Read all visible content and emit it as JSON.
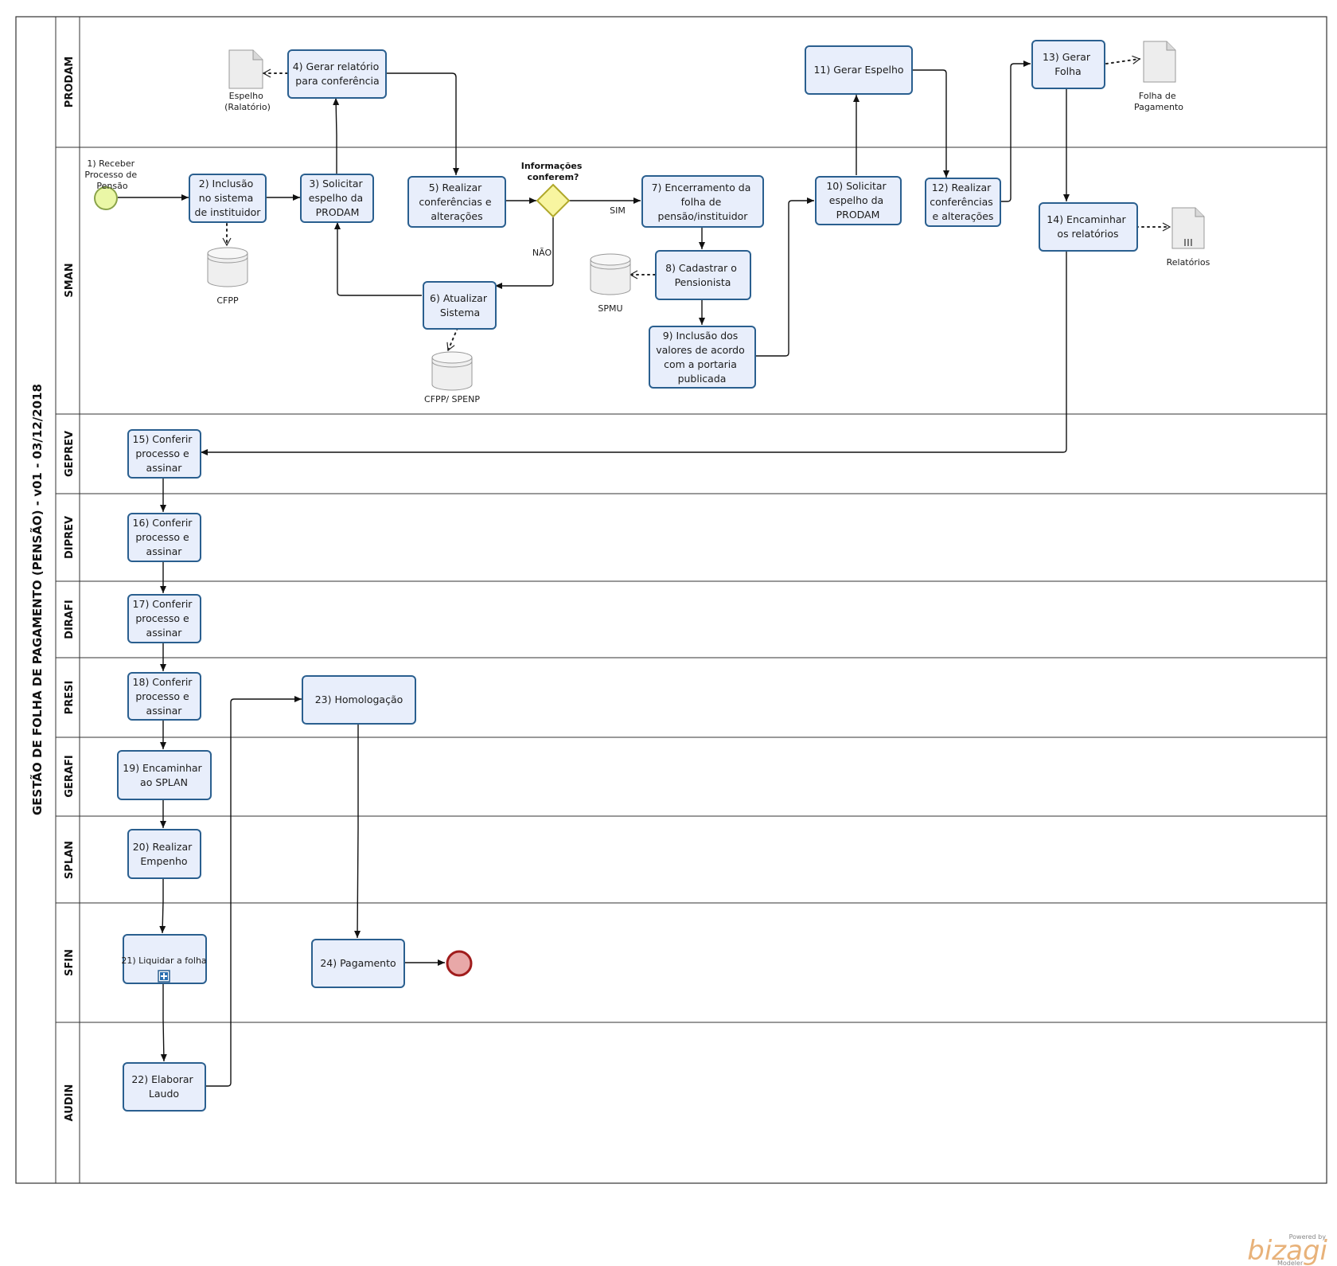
{
  "pool": {
    "title": "GESTÃO DE FOLHA DE PAGAMENTO (PENSÃO) - v01 - 03/12/2018"
  },
  "lanes": {
    "prodam": "PRODAM",
    "sman": "SMAN",
    "geprev": "GEPREV",
    "diprev": "DIPREV",
    "dirafi": "DIRAFI",
    "presi": "PRESI",
    "gerafi": "GERAFI",
    "splan": "SPLAN",
    "sfin": "SFIN",
    "audin": "AUDIN"
  },
  "events": {
    "start": {
      "label": [
        "1) Receber",
        "Processo de",
        "Pensão"
      ]
    }
  },
  "gateway": {
    "label": [
      "Informações",
      "conferem?"
    ],
    "yes": "SIM",
    "no": "NÃO"
  },
  "tasks": {
    "t2": [
      "2) Inclusão",
      "no sistema",
      "de instituidor"
    ],
    "t3": [
      "3) Solicitar",
      "espelho da",
      "PRODAM"
    ],
    "t4": [
      "4) Gerar relatório",
      "para conferência"
    ],
    "t5": [
      "5) Realizar",
      "conferências e",
      "alterações"
    ],
    "t6": [
      "6) Atualizar",
      "Sistema"
    ],
    "t7": [
      "7) Encerramento da",
      "folha de",
      "pensão/instituidor"
    ],
    "t8": [
      "8) Cadastrar o",
      "Pensionista"
    ],
    "t9": [
      "9) Inclusão  dos",
      "valores de acordo",
      "com a portaria",
      "publicada"
    ],
    "t10": [
      "10) Solicitar",
      "espelho da",
      "PRODAM"
    ],
    "t11": [
      "11) Gerar Espelho"
    ],
    "t12": [
      "12) Realizar",
      "conferências",
      "e alterações"
    ],
    "t13": [
      "13) Gerar",
      "Folha"
    ],
    "t14": [
      "14) Encaminhar",
      "os relatórios"
    ],
    "t15": [
      "15) Conferir",
      "processo e",
      "assinar"
    ],
    "t16": [
      "16) Conferir",
      "processo e",
      "assinar"
    ],
    "t17": [
      "17) Conferir",
      "processo e",
      "assinar"
    ],
    "t18": [
      "18) Conferir",
      "processo e",
      "assinar"
    ],
    "t19": [
      "19) Encaminhar",
      "ao SPLAN"
    ],
    "t20": [
      "20) Realizar",
      "Empenho"
    ],
    "t21": [
      "21) Liquidar  a folha"
    ],
    "t22": [
      "22) Elaborar",
      "Laudo"
    ],
    "t23": [
      "23) Homologação"
    ],
    "t24": [
      "24) Pagamento"
    ]
  },
  "artifacts": {
    "espelho": [
      "Espelho",
      "(Ralatório)"
    ],
    "folha": [
      "Folha de",
      "Pagamento"
    ],
    "relatorios": [
      "Relatórios"
    ],
    "cfpp": "CFPP",
    "cfpp_spenp": "CFPP/ SPENP",
    "spmu": "SPMU"
  },
  "branding": {
    "powered": "Powered by",
    "name": "bizagi",
    "product": "Modeler"
  }
}
